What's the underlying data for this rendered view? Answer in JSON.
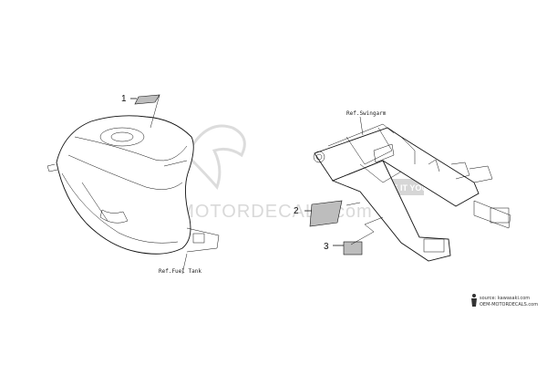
{
  "watermark": {
    "text": "OEM-MOTORDECALS.com",
    "badge_text": "MAKE IT YOURS",
    "brand_color": "#c8c8c8"
  },
  "callouts": [
    {
      "number": "1"
    },
    {
      "number": "2"
    },
    {
      "number": "3"
    }
  ],
  "references": {
    "fuel_tank": "Ref.Fuel Tank",
    "swingarm": "Ref.Swingarm"
  },
  "source": {
    "line1": "source: kawasaki.com",
    "line2": "OEM-MOTORDECALS.com",
    "icon": "person-silhouette-icon"
  },
  "colors": {
    "line": "#111111",
    "decal_fill": "#bdbdbd"
  }
}
